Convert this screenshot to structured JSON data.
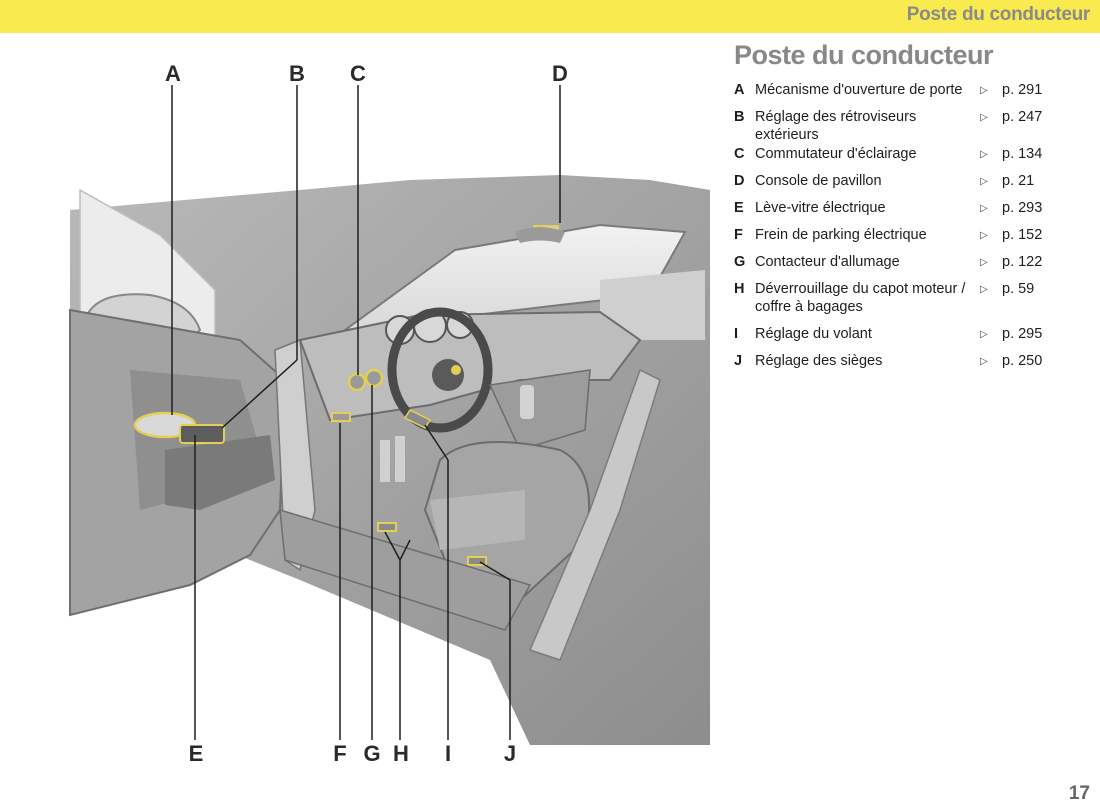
{
  "header": {
    "running_title": "Poste du conducteur"
  },
  "section": {
    "title": "Poste du conducteur"
  },
  "callouts": [
    "A",
    "B",
    "C",
    "D",
    "E",
    "F",
    "G",
    "H",
    "I",
    "J"
  ],
  "legend": [
    {
      "letter": "A",
      "label": "Mécanisme d'ouverture de porte",
      "page": "p. 291"
    },
    {
      "letter": "B",
      "label": "Réglage des rétroviseurs extérieurs",
      "page": "p. 247"
    },
    {
      "letter": "C",
      "label": "Commutateur d'éclairage",
      "page": "p. 134"
    },
    {
      "letter": "D",
      "label": "Console de pavillon",
      "page": "p. 21"
    },
    {
      "letter": "E",
      "label": "Lève-vitre électrique",
      "page": "p. 293"
    },
    {
      "letter": "F",
      "label": "Frein de parking électrique",
      "page": "p. 152"
    },
    {
      "letter": "G",
      "label": "Contacteur d'allumage",
      "page": "p. 122"
    },
    {
      "letter": "H",
      "label": "Déverrouillage du capot moteur / coffre à bagages",
      "page": "p. 59"
    },
    {
      "letter": "I",
      "label": "Réglage du volant",
      "page": "p. 295"
    },
    {
      "letter": "J",
      "label": "Réglage des sièges",
      "page": "p. 250"
    }
  ],
  "footer": {
    "page_number": "17"
  },
  "colors": {
    "band": "#f9ea50",
    "highlight": "#e4cf55",
    "title_grey": "#888888"
  },
  "icons": {
    "legend_arrow": "triangle-right-icon"
  }
}
